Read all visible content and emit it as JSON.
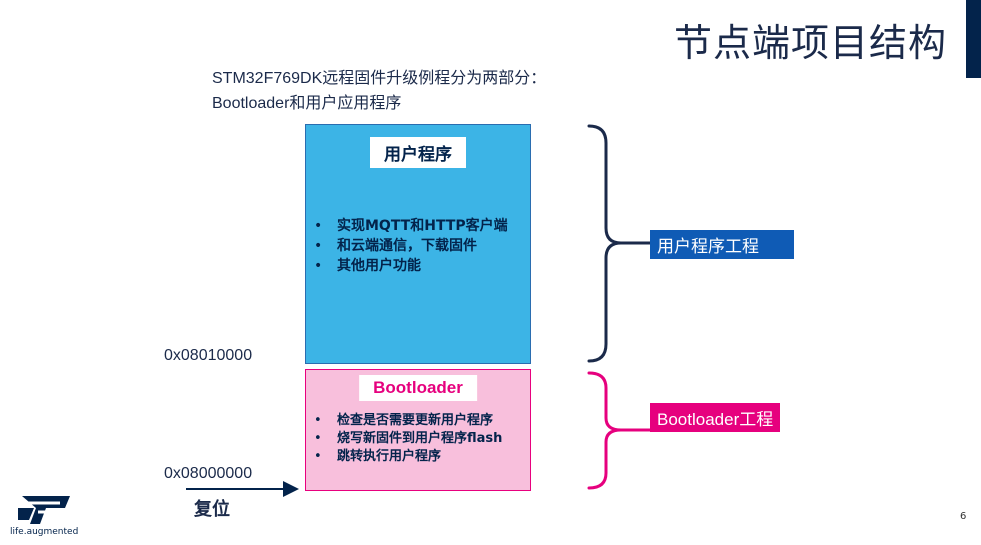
{
  "slide": {
    "title": "节点端项目结构",
    "intro_line1": "STM32F769DK远程固件升级例程分为两部分：",
    "intro_line2": "Bootloader和用户应用程序",
    "page_number": "6"
  },
  "diagram": {
    "app_block": {
      "label": "用户程序",
      "bullets": [
        "实现MQTT和HTTP客户端",
        "和云端通信，下载固件",
        "其他用户功能"
      ]
    },
    "boot_block": {
      "label": "Bootloader",
      "bullets": [
        "检查是否需要更新用户程序",
        "烧写新固件到用户程序flash",
        "跳转执行用户程序"
      ]
    },
    "addr_app": "0x08010000",
    "addr_boot": "0x08000000",
    "reset_label": "复位",
    "tag_app": "用户程序工程",
    "tag_boot": "Bootloader工程"
  },
  "footer": {
    "brand_tagline": "life.augmented"
  },
  "colors": {
    "st_dark_blue": "#03234b",
    "app_block_fill": "#3cb4e6",
    "boot_block_fill": "#f8bfdc",
    "st_pink": "#e6007e",
    "tag_blue": "#0f5bb5"
  },
  "icons": {
    "logo": "st-logo-icon"
  }
}
